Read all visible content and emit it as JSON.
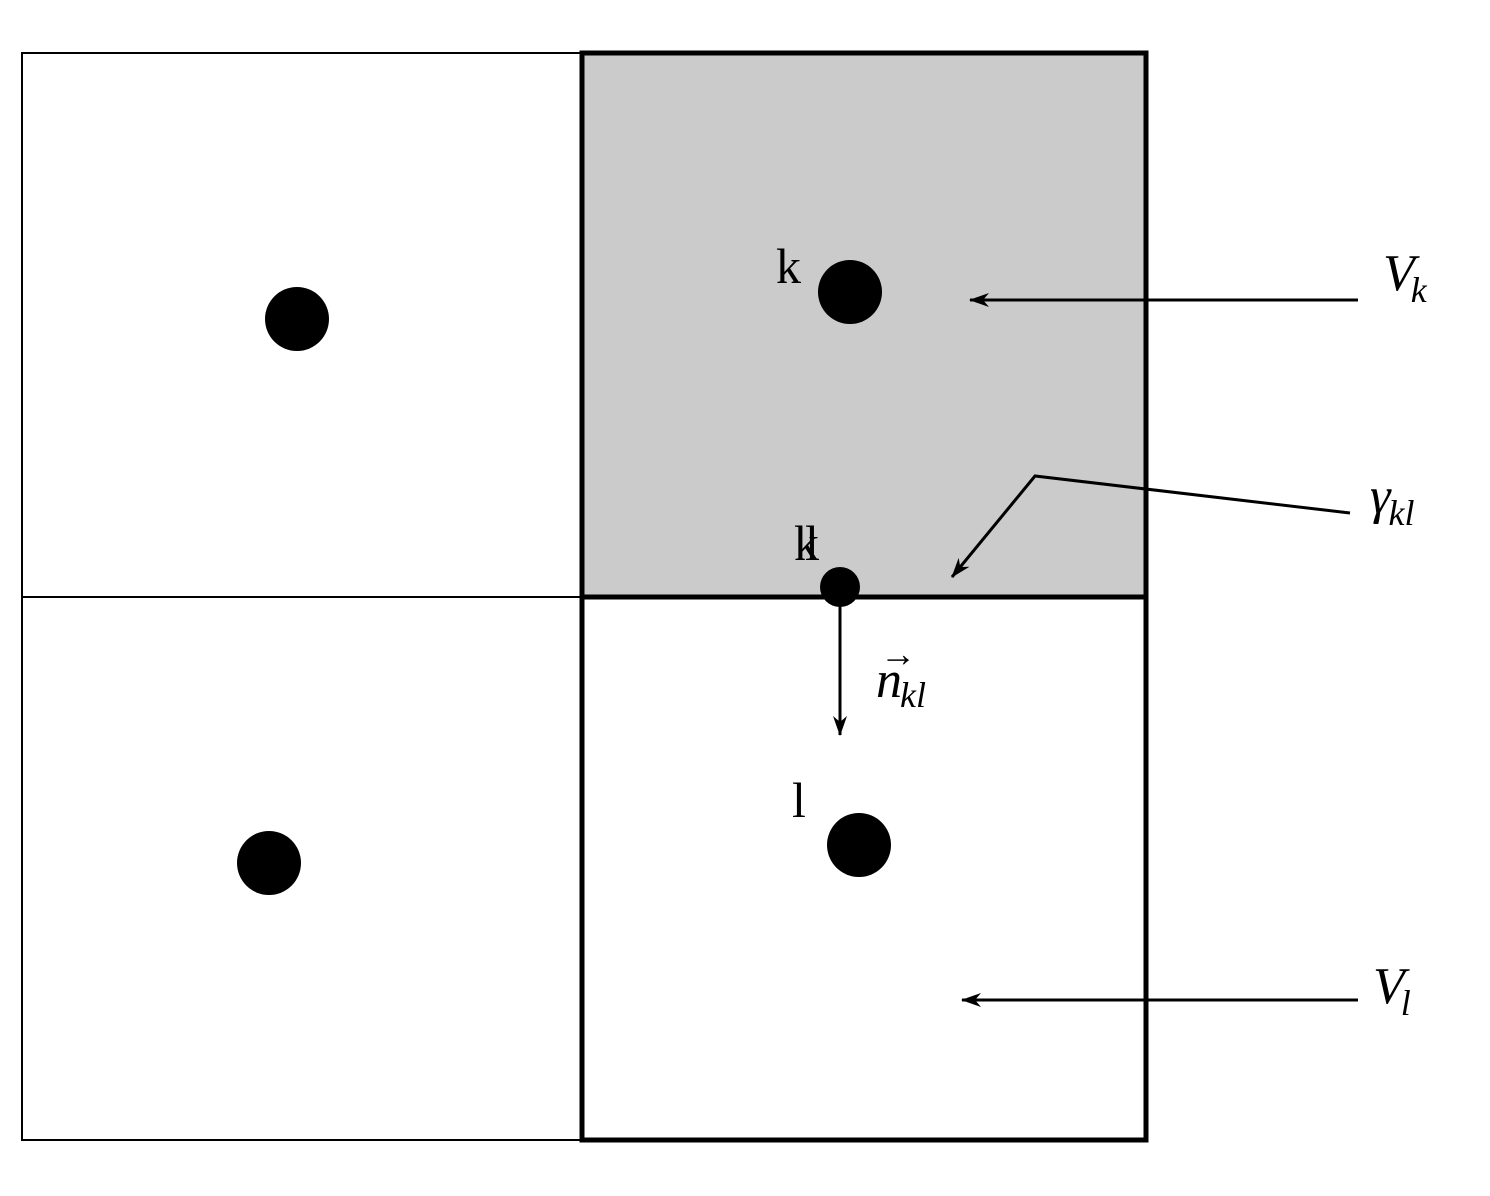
{
  "colors": {
    "highlight_cell": "#cbcbcb",
    "stroke": "#000000",
    "background": "#ffffff"
  },
  "labels": {
    "node_k": "k",
    "node_kl": "kl",
    "node_l": "l",
    "volume_k": {
      "main": "V",
      "sub": "k"
    },
    "interface": {
      "main": "γ",
      "sub": "kl"
    },
    "normal": {
      "main": "n",
      "sub": "kl",
      "accent": "→"
    },
    "volume_l": {
      "main": "V",
      "sub": "l"
    }
  }
}
